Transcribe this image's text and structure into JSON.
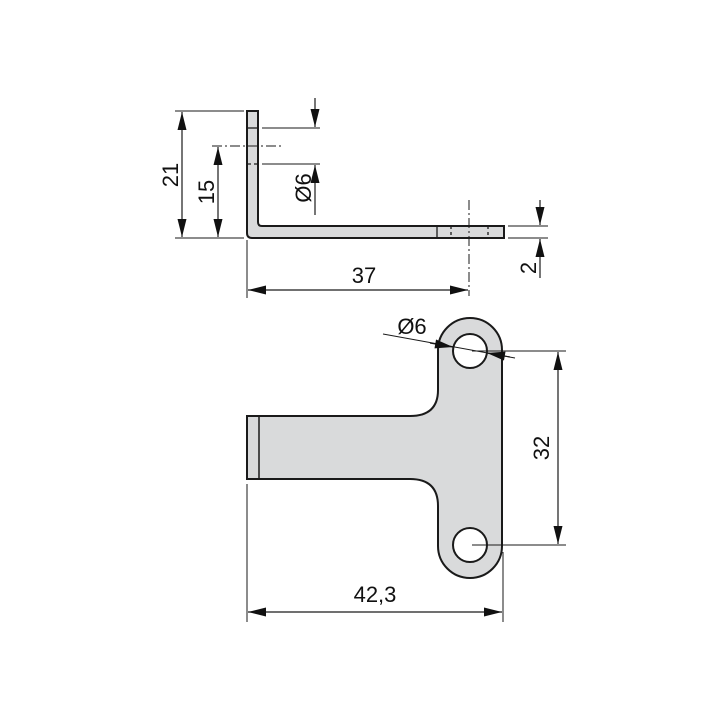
{
  "drawing": {
    "title": "Angle bracket technical drawing",
    "colors": {
      "fill": "#d9dadb",
      "stroke": "#1a1a1a",
      "background": "#ffffff"
    },
    "side_view": {
      "dimensions": {
        "height_total": "21",
        "hole_center_height": "15",
        "hole_diameter": "Ø6",
        "length": "37",
        "thickness": "2"
      }
    },
    "top_view": {
      "dimensions": {
        "hole_diameter": "Ø6",
        "hole_spacing": "32",
        "overall_width": "42,3"
      }
    }
  }
}
